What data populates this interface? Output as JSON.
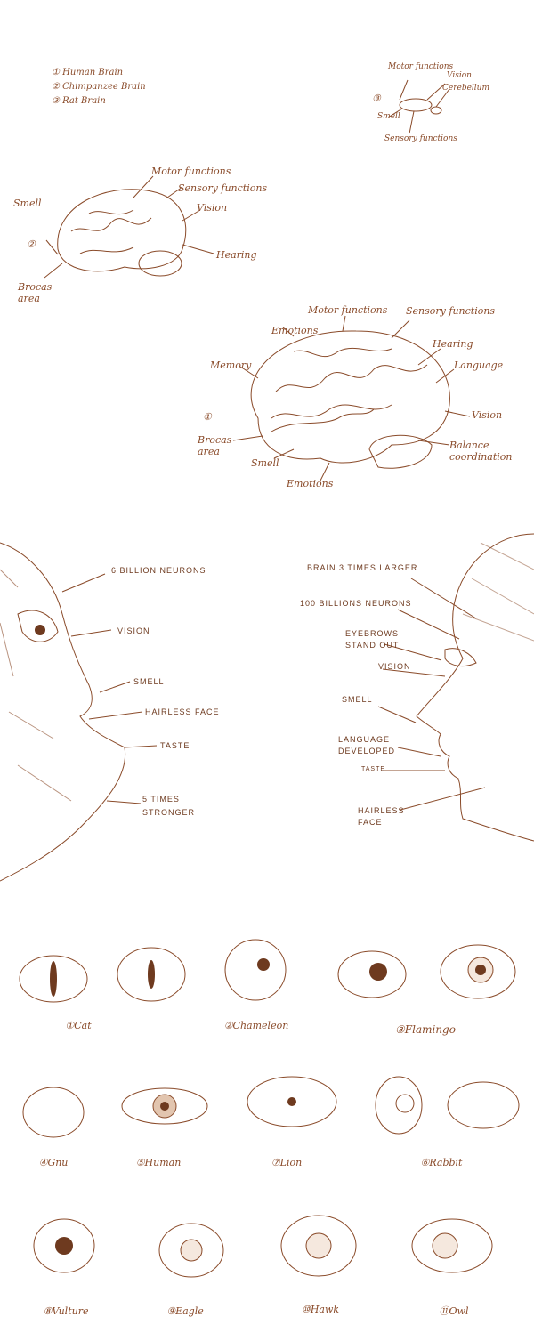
{
  "legend": [
    "① Human Brain",
    "② Chimpanzee Brain",
    "③ Rat Brain"
  ],
  "rat_brain": {
    "number": "③",
    "labels": {
      "motor": "Motor functions",
      "vision": "Vision",
      "cerebellum": "Cerebellum",
      "smell": "Smell",
      "sensory": "Sensory functions"
    }
  },
  "chimp_brain": {
    "number": "②",
    "labels": {
      "motor": "Motor functions",
      "sensory": "Sensory functions",
      "vision": "Vision",
      "smell": "Smell",
      "hearing": "Hearing",
      "broca": "Brocas area"
    }
  },
  "human_brain": {
    "number": "①",
    "labels": {
      "motor": "Motor functions",
      "emotions_top": "Emotions",
      "sensory": "Sensory functions",
      "hearing": "Hearing",
      "memory": "Memory",
      "language": "Language",
      "vision": "Vision",
      "broca": "Brocas area",
      "smell": "Smell",
      "balance": "Balance coordination",
      "emotions_bottom": "Emotions"
    }
  },
  "chimp_face": {
    "labels": [
      "6 BILLION NEURONS",
      "VISION",
      "SMELL",
      "HAIRLESS FACE",
      "TASTE",
      "5 TIMES STRONGER"
    ]
  },
  "human_face": {
    "labels": [
      "BRAIN 3 TIMES LARGER",
      "100 BILLIONS NEURONS",
      "EYEBROWS STAND OUT",
      "VISION",
      "SMELL",
      "LANGUAGE DEVELOPED",
      "TASTE",
      "HAIRLESS FACE"
    ]
  },
  "eyes": [
    {
      "label": "①Cat"
    },
    {
      "label": "②Chameleon"
    },
    {
      "label": "③Flamingo"
    },
    {
      "label": "④Gnu"
    },
    {
      "label": "⑤Human"
    },
    {
      "label": "⑦Lion"
    },
    {
      "label": "⑥Rabbit"
    },
    {
      "label": "⑧Vulture"
    },
    {
      "label": "⑨Eagle"
    },
    {
      "label": "⑩Hawk"
    },
    {
      "label": "⑪Owl"
    }
  ],
  "colors": {
    "ink": "#8a4b2a",
    "paper": "#ffffff"
  }
}
